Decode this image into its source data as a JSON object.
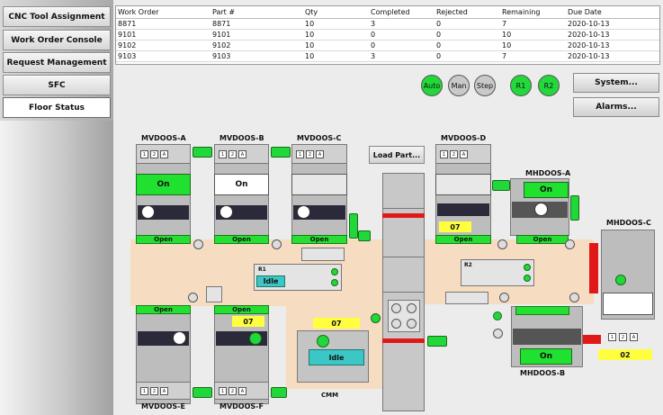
{
  "sidebar": {
    "items": [
      {
        "label": "CNC Tool Assignment"
      },
      {
        "label": "Work Order Console"
      },
      {
        "label": "Request Management"
      },
      {
        "label": "SFC"
      },
      {
        "label": "Floor Status"
      }
    ]
  },
  "work_orders": {
    "columns": [
      "Work Order",
      "Part #",
      "Qty",
      "Completed",
      "Rejected",
      "Remaining",
      "Due Date"
    ],
    "rows": [
      [
        "8871",
        "8871",
        "10",
        "3",
        "0",
        "7",
        "2020-10-13"
      ],
      [
        "9101",
        "9101",
        "10",
        "0",
        "0",
        "10",
        "2020-10-13"
      ],
      [
        "9102",
        "9102",
        "10",
        "0",
        "0",
        "10",
        "2020-10-13"
      ],
      [
        "9103",
        "9103",
        "10",
        "3",
        "0",
        "7",
        "2020-10-13"
      ]
    ]
  },
  "modes": {
    "auto": "Auto",
    "man": "Man",
    "step": "Step",
    "r1": "R1",
    "r2": "R2"
  },
  "buttons": {
    "system": "System...",
    "alarms": "Alarms...",
    "load_part": "Load Part..."
  },
  "machines": {
    "a": {
      "name": "MVDOOS-A",
      "status": "On",
      "door": "Open"
    },
    "b": {
      "name": "MVDOOS-B",
      "status": "On",
      "door": "Open"
    },
    "c": {
      "name": "MVDOOS-C",
      "door": "Open"
    },
    "d": {
      "name": "MVDOOS-D",
      "door": "Open",
      "part": "07"
    },
    "e": {
      "name": "MVDOOS-E",
      "door": "Open"
    },
    "f": {
      "name": "MVDOOS-F",
      "door": "Open",
      "part": "07"
    },
    "mh_a": {
      "name": "MHDOOS-A",
      "status": "On",
      "door": "Open"
    },
    "mh_b": {
      "name": "MHDOOS-B",
      "status": "On"
    },
    "mh_c": {
      "name": "MHDOOS-C"
    },
    "cmm": {
      "name": "CMM",
      "status": "Idle",
      "part": "07"
    }
  },
  "robots": {
    "r1": {
      "name": "R1",
      "status": "Idle"
    },
    "r2": {
      "name": "R2"
    }
  },
  "mini_labels": {
    "one": "1",
    "two": "2",
    "a": "A",
    "alarm_part": "02"
  },
  "colors": {
    "green": "#22d83a",
    "floor": "#f6dcc0",
    "red": "#e01818",
    "yellow": "#ffff40"
  }
}
